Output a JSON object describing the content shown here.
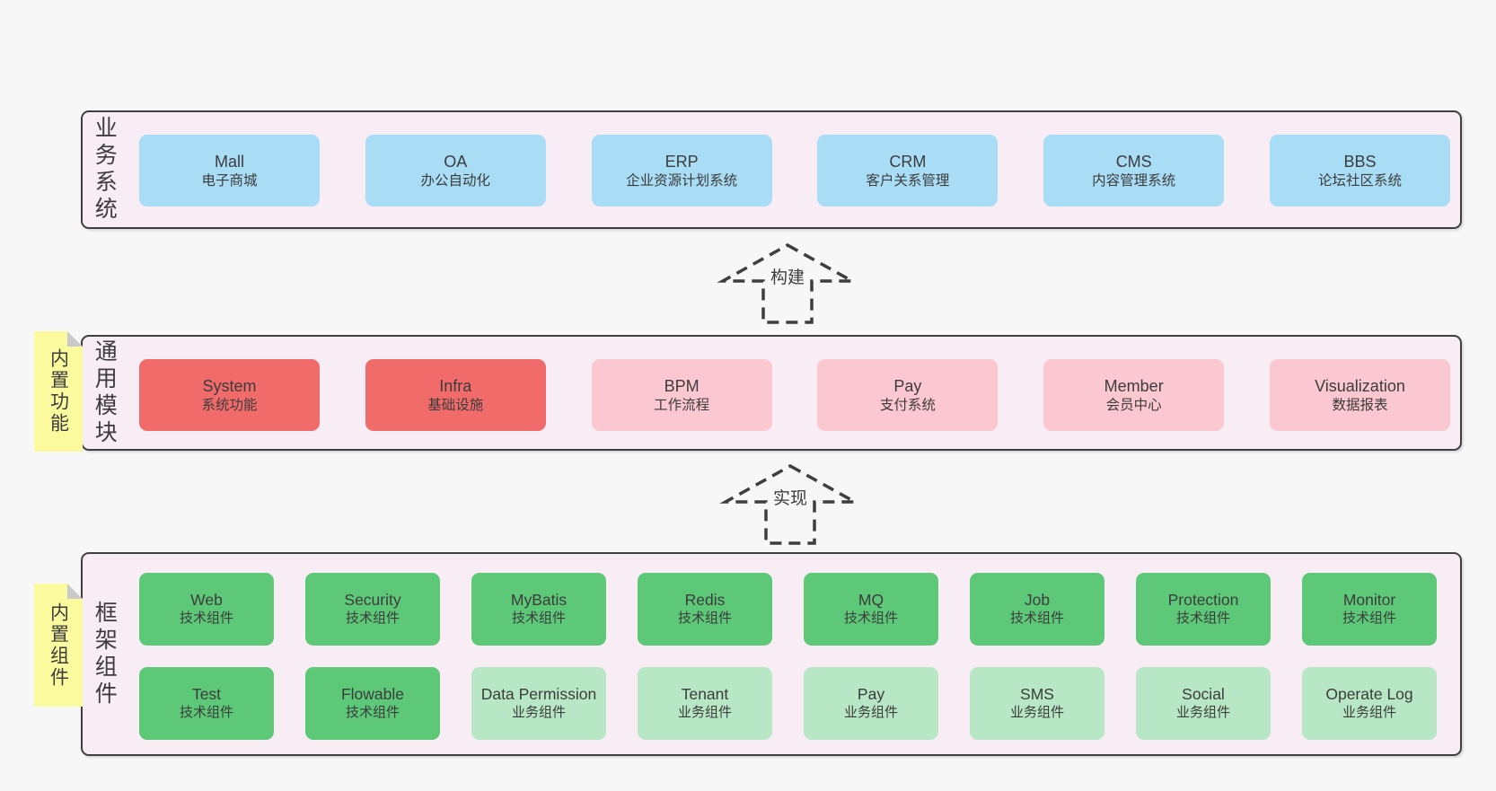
{
  "colors": {
    "blue": "#a9dcf5",
    "red": "#f26b6b",
    "pink": "#fbc7d0",
    "green": "#5dc878",
    "lightgreen": "#b7e7c4",
    "sticky_yellow": "#fbfa9e",
    "band_bg": "#f8edf5",
    "page_bg": "#f7f7f7",
    "border": "#3f3f3f",
    "text": "#3c3c3c"
  },
  "arrows": [
    {
      "label": "构建"
    },
    {
      "label": "实现"
    }
  ],
  "bands": [
    {
      "label": "业务系统",
      "rows": [
        [
          {
            "name": "Mall",
            "desc": "电子商城",
            "variant": "blue"
          },
          {
            "name": "OA",
            "desc": "办公自动化",
            "variant": "blue"
          },
          {
            "name": "ERP",
            "desc": "企业资源计划系统",
            "variant": "blue"
          },
          {
            "name": "CRM",
            "desc": "客户关系管理",
            "variant": "blue"
          },
          {
            "name": "CMS",
            "desc": "内容管理系统",
            "variant": "blue"
          },
          {
            "name": "BBS",
            "desc": "论坛社区系统",
            "variant": "blue"
          }
        ]
      ]
    },
    {
      "label": "通用模块",
      "sticky": "内置功能",
      "rows": [
        [
          {
            "name": "System",
            "desc": "系统功能",
            "variant": "red"
          },
          {
            "name": "Infra",
            "desc": "基础设施",
            "variant": "red"
          },
          {
            "name": "BPM",
            "desc": "工作流程",
            "variant": "pink"
          },
          {
            "name": "Pay",
            "desc": "支付系统",
            "variant": "pink"
          },
          {
            "name": "Member",
            "desc": "会员中心",
            "variant": "pink"
          },
          {
            "name": "Visualization",
            "desc": "数据报表",
            "variant": "pink"
          }
        ]
      ]
    },
    {
      "label": "框架组件",
      "sticky": "内置组件",
      "rows": [
        [
          {
            "name": "Web",
            "desc": "技术组件",
            "variant": "green"
          },
          {
            "name": "Security",
            "desc": "技术组件",
            "variant": "green"
          },
          {
            "name": "MyBatis",
            "desc": "技术组件",
            "variant": "green"
          },
          {
            "name": "Redis",
            "desc": "技术组件",
            "variant": "green"
          },
          {
            "name": "MQ",
            "desc": "技术组件",
            "variant": "green"
          },
          {
            "name": "Job",
            "desc": "技术组件",
            "variant": "green"
          },
          {
            "name": "Protection",
            "desc": "技术组件",
            "variant": "green"
          },
          {
            "name": "Monitor",
            "desc": "技术组件",
            "variant": "green"
          }
        ],
        [
          {
            "name": "Test",
            "desc": "技术组件",
            "variant": "green"
          },
          {
            "name": "Flowable",
            "desc": "技术组件",
            "variant": "green"
          },
          {
            "name": "Data Permission",
            "desc": "业务组件",
            "variant": "lightgreen"
          },
          {
            "name": "Tenant",
            "desc": "业务组件",
            "variant": "lightgreen"
          },
          {
            "name": "Pay",
            "desc": "业务组件",
            "variant": "lightgreen"
          },
          {
            "name": "SMS",
            "desc": "业务组件",
            "variant": "lightgreen"
          },
          {
            "name": "Social",
            "desc": "业务组件",
            "variant": "lightgreen"
          },
          {
            "name": "Operate Log",
            "desc": "业务组件",
            "variant": "lightgreen"
          }
        ]
      ]
    }
  ]
}
